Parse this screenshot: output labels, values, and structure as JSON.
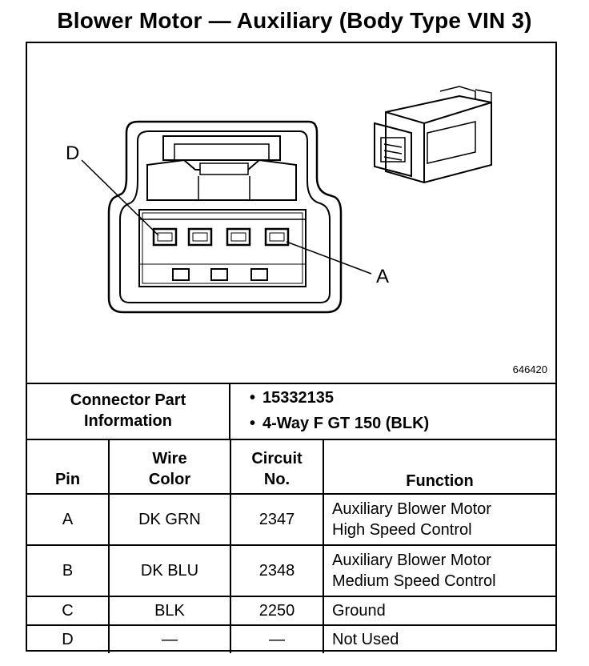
{
  "title": "Blower Motor — Auxiliary (Body Type VIN 3)",
  "diagram": {
    "figure_id": "646420",
    "callouts": [
      "D",
      "A"
    ]
  },
  "connector_info": {
    "label_line1": "Connector Part",
    "label_line2": "Information",
    "part_number": "15332135",
    "description": "4-Way F GT 150 (BLK)"
  },
  "table": {
    "headers": {
      "pin": "Pin",
      "wire_color_line1": "Wire",
      "wire_color_line2": "Color",
      "circuit_line1": "Circuit",
      "circuit_line2": "No.",
      "function": "Function"
    },
    "rows": [
      {
        "pin": "A",
        "wire_color": "DK GRN",
        "circuit": "2347",
        "function_line1": "Auxiliary Blower Motor",
        "function_line2": "High Speed Control"
      },
      {
        "pin": "B",
        "wire_color": "DK BLU",
        "circuit": "2348",
        "function_line1": "Auxiliary Blower Motor",
        "function_line2": "Medium Speed Control"
      },
      {
        "pin": "C",
        "wire_color": "BLK",
        "circuit": "2250",
        "function_line1": "Ground",
        "function_line2": ""
      },
      {
        "pin": "D",
        "wire_color": "—",
        "circuit": "—",
        "function_line1": "Not Used",
        "function_line2": ""
      }
    ]
  }
}
